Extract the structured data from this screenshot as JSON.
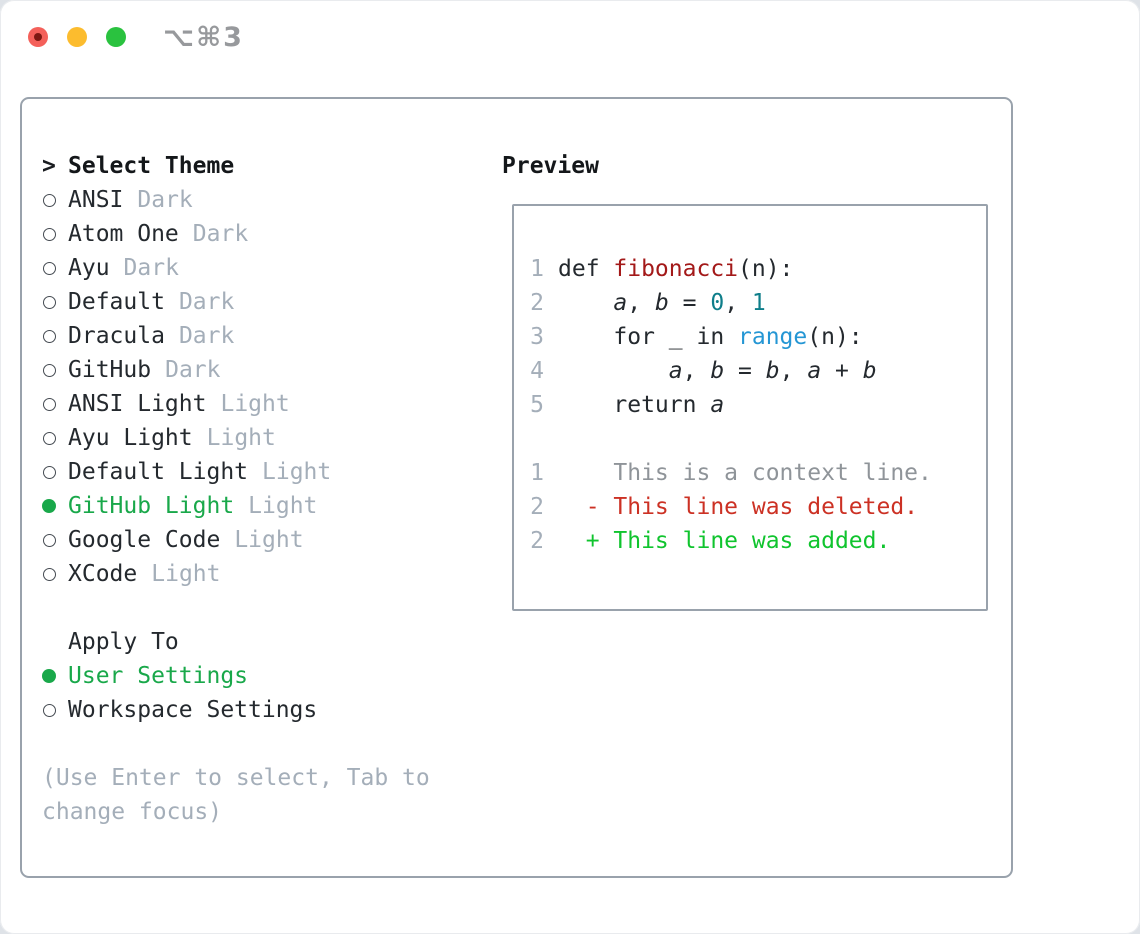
{
  "window": {
    "title": "⌥⌘3"
  },
  "colors": {
    "selected_green": "#19a84a",
    "added_green": "#10c42e",
    "deleted_red": "#cc3124",
    "function_red": "#a31919",
    "number_teal": "#0e7e8a",
    "builtin_blue": "#2496d4",
    "muted_gray": "#a4aeb9",
    "border_gray": "#99a2ac",
    "traffic_red": "#f4605a",
    "traffic_yellow": "#fcbc2e",
    "traffic_green": "#2ac23f"
  },
  "theme_selector": {
    "prompt": ">",
    "title": "Select Theme",
    "items": [
      {
        "name": "ANSI",
        "variant": "Dark",
        "selected": false
      },
      {
        "name": "Atom One",
        "variant": "Dark",
        "selected": false
      },
      {
        "name": "Ayu",
        "variant": "Dark",
        "selected": false
      },
      {
        "name": "Default",
        "variant": "Dark",
        "selected": false
      },
      {
        "name": "Dracula",
        "variant": "Dark",
        "selected": false
      },
      {
        "name": "GitHub",
        "variant": "Dark",
        "selected": false
      },
      {
        "name": "ANSI Light",
        "variant": "Light",
        "selected": false
      },
      {
        "name": "Ayu Light",
        "variant": "Light",
        "selected": false
      },
      {
        "name": "Default Light",
        "variant": "Light",
        "selected": false
      },
      {
        "name": "GitHub Light",
        "variant": "Light",
        "selected": true
      },
      {
        "name": "Google Code",
        "variant": "Light",
        "selected": false
      },
      {
        "name": "XCode",
        "variant": "Light",
        "selected": false
      }
    ]
  },
  "apply_to": {
    "title": "Apply To",
    "options": [
      {
        "name": "User Settings",
        "selected": true
      },
      {
        "name": "Workspace Settings",
        "selected": false
      }
    ]
  },
  "hint_lines": [
    "(Use Enter to select, Tab to",
    "change focus)"
  ],
  "preview": {
    "title": "Preview",
    "lines": [
      {
        "num": "1",
        "tokens": [
          [
            "def ",
            "d"
          ],
          [
            "fibonacci",
            "f"
          ],
          [
            "(n):",
            "d"
          ]
        ]
      },
      {
        "num": "2",
        "tokens": [
          [
            "    ",
            "d"
          ],
          [
            "a",
            "v"
          ],
          [
            ", ",
            "d"
          ],
          [
            "b",
            "v"
          ],
          [
            " = ",
            "d"
          ],
          [
            "0",
            "n"
          ],
          [
            ", ",
            "d"
          ],
          [
            "1",
            "n"
          ]
        ]
      },
      {
        "num": "3",
        "tokens": [
          [
            "    for _ in ",
            "d"
          ],
          [
            "range",
            "b"
          ],
          [
            "(n):",
            "d"
          ]
        ]
      },
      {
        "num": "4",
        "tokens": [
          [
            "        ",
            "d"
          ],
          [
            "a",
            "v"
          ],
          [
            ", ",
            "d"
          ],
          [
            "b",
            "v"
          ],
          [
            " = ",
            "d"
          ],
          [
            "b",
            "v"
          ],
          [
            ", ",
            "d"
          ],
          [
            "a",
            "v"
          ],
          [
            " + ",
            "d"
          ],
          [
            "b",
            "v"
          ]
        ]
      },
      {
        "num": "5",
        "tokens": [
          [
            "    return ",
            "d"
          ],
          [
            "a",
            "v"
          ]
        ]
      },
      {
        "num": "",
        "tokens": []
      },
      {
        "num": "1",
        "tokens": [
          [
            "    This is a context line.",
            "ctx"
          ]
        ]
      },
      {
        "num": "2",
        "tokens": [
          [
            "  - This line was deleted.",
            "del"
          ]
        ]
      },
      {
        "num": "2",
        "tokens": [
          [
            "  + This line was added.",
            "add"
          ]
        ]
      }
    ]
  }
}
